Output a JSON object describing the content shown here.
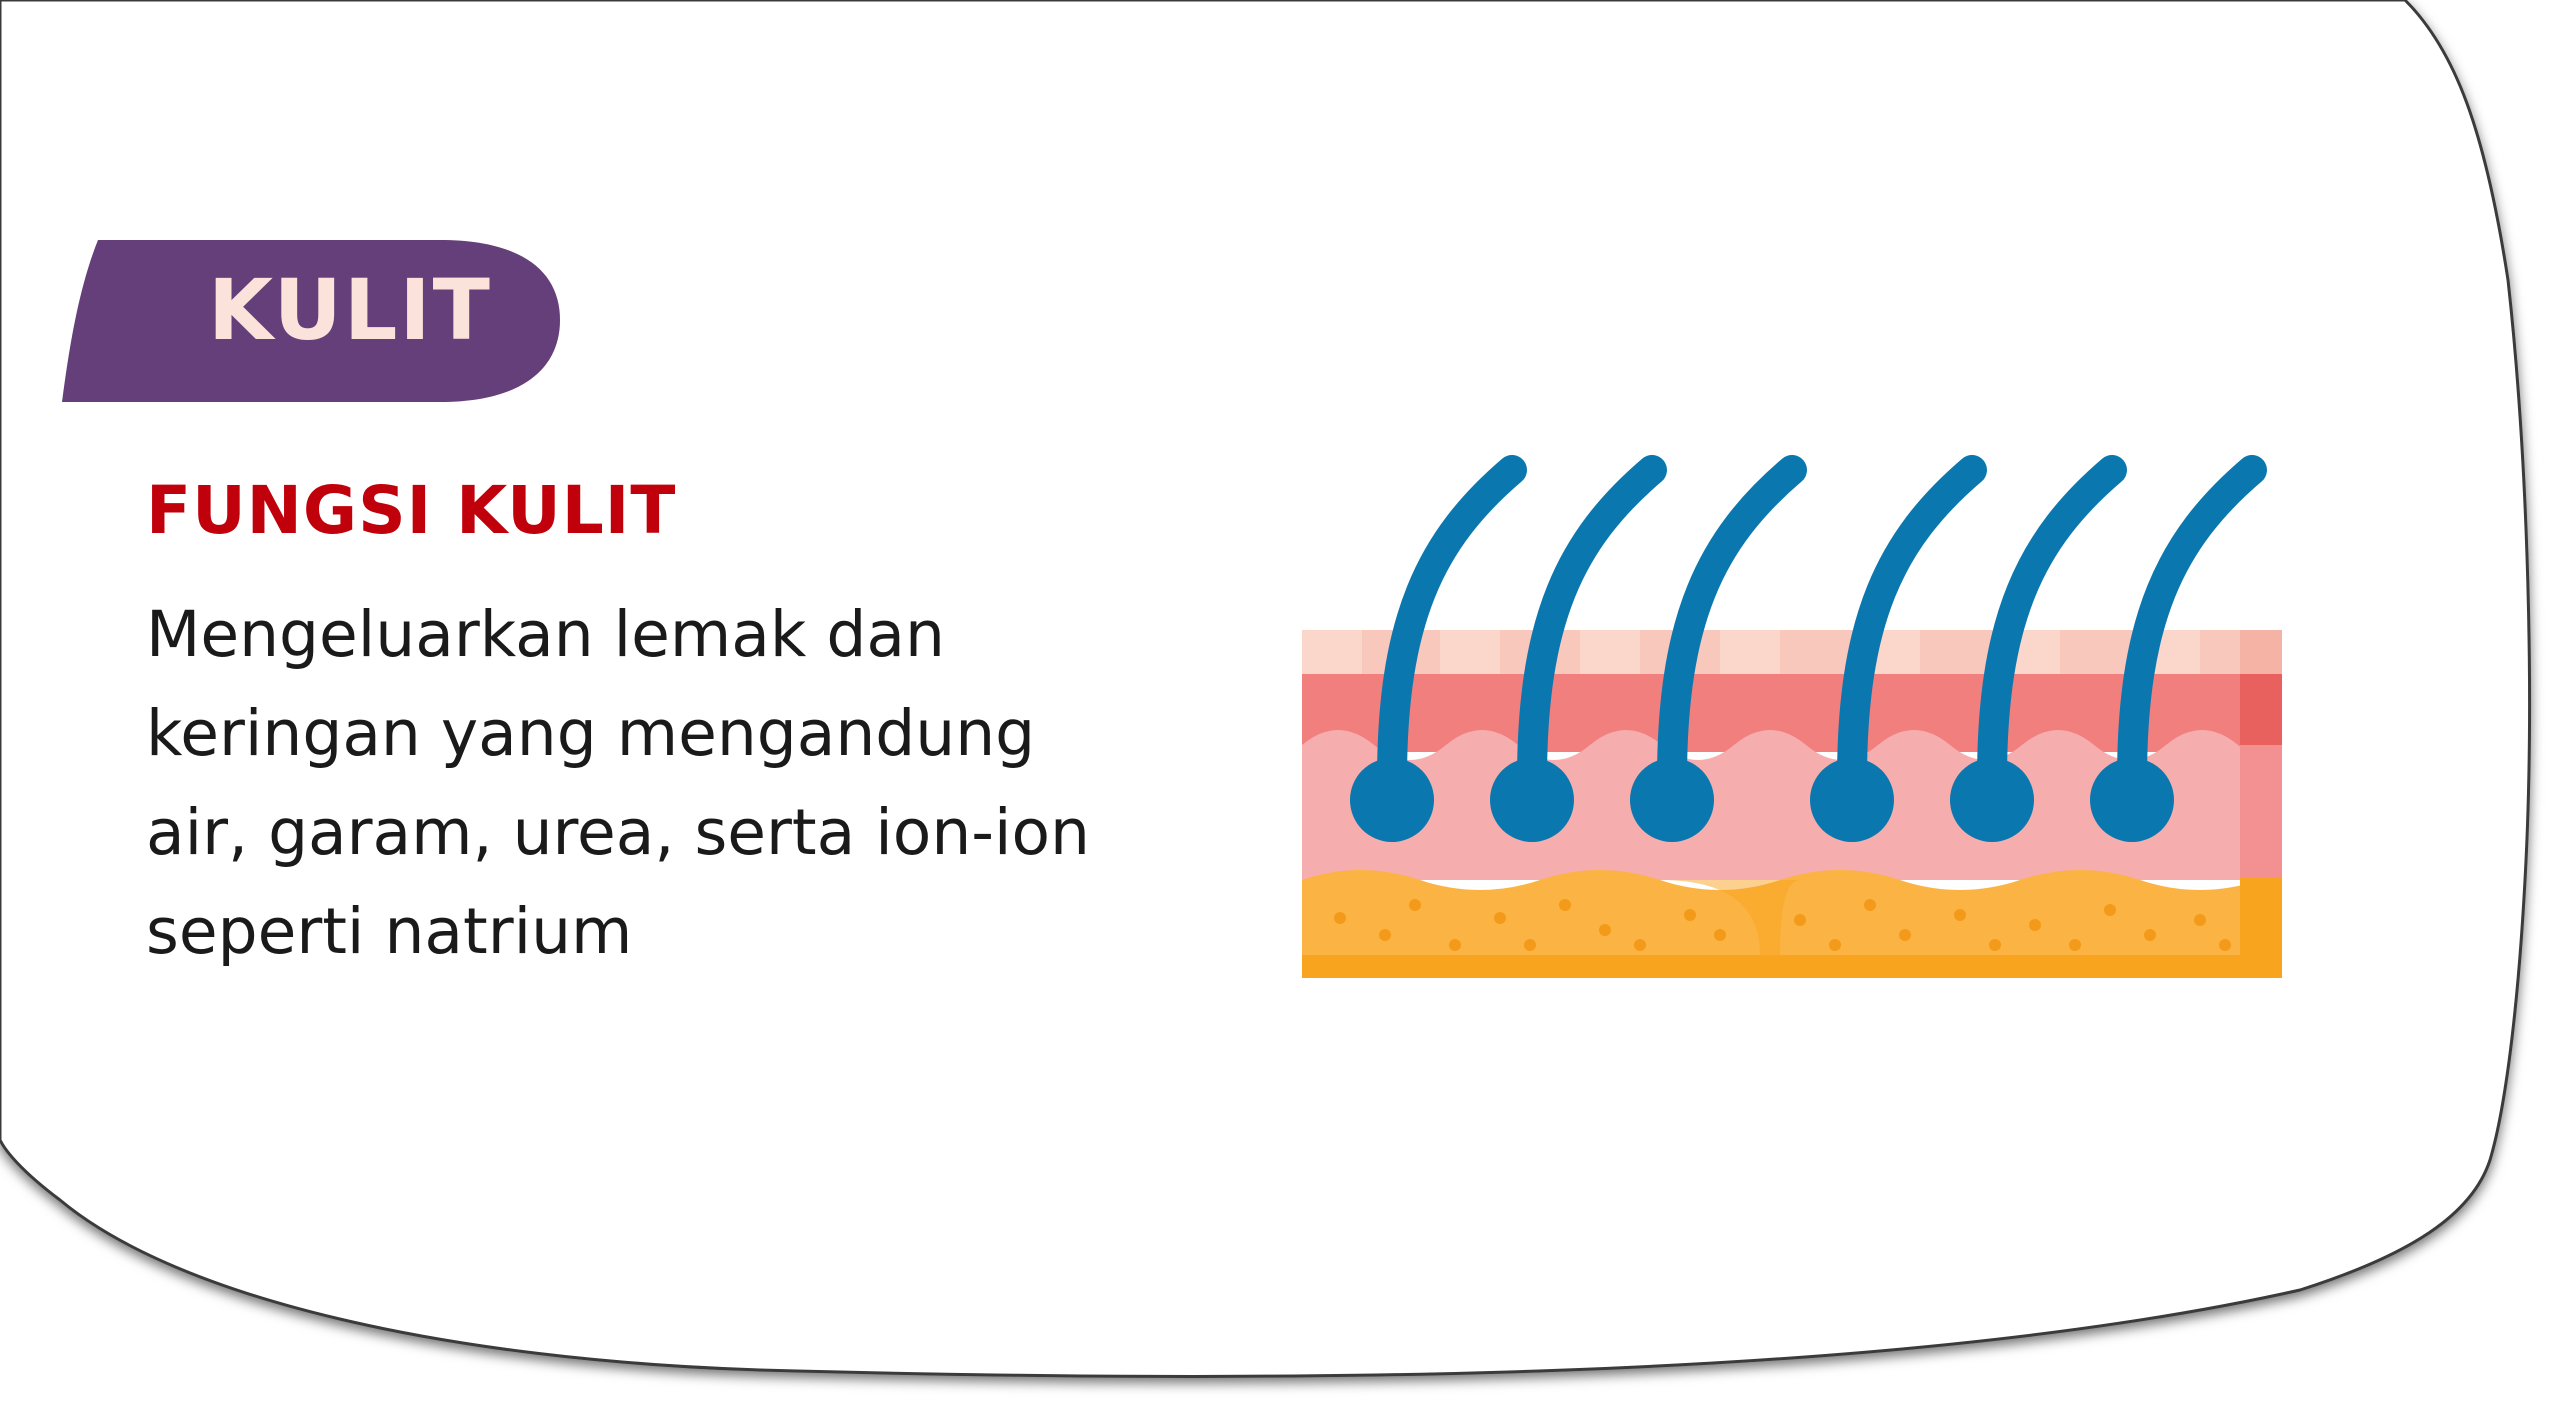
{
  "title_tab": {
    "label": "KULIT"
  },
  "content": {
    "subtitle": "FUNGSI KULIT",
    "lines": [
      "Mengeluarkan lemak dan",
      "keringan yang mengandung",
      "air, garam, urea, serta ion-ion",
      "seperti natrium"
    ]
  },
  "illustration": {
    "icon": "skin-cross-section-icon",
    "hair_count": 6
  },
  "colors": {
    "tab_fill": "#653F79",
    "tab_text": "#FBE3DC",
    "subtitle": "#C0000B",
    "body_text": "#1A1A1A",
    "hair": "#0A78AE",
    "epidermis_light": "#F9C8BD",
    "dermis_top": "#F17F7E",
    "dermis": "#F6ADAE",
    "fat": "#FBB443",
    "fat_dark": "#F9A41F",
    "fat_dots": "#F39A1A"
  }
}
